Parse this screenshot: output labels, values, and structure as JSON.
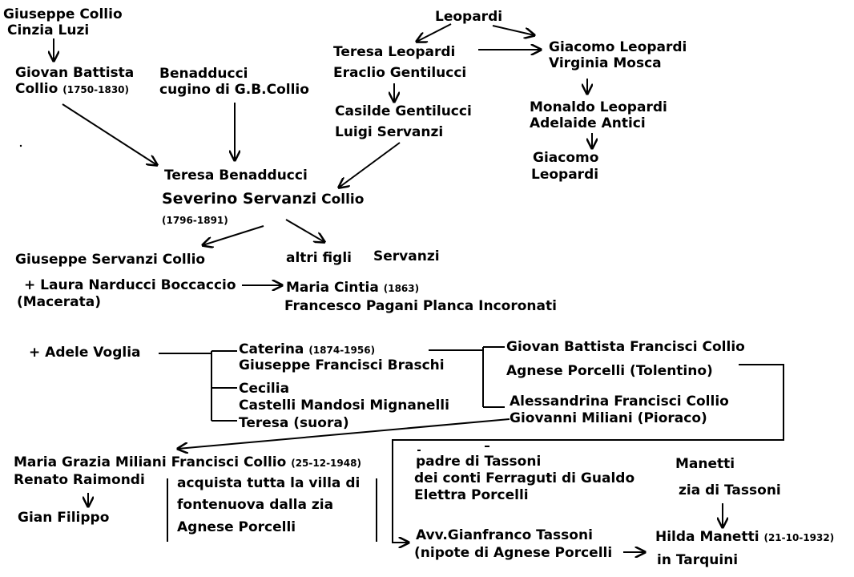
{
  "nodes": {
    "giuseppe_collio_1": "Giuseppe Collio",
    "cinzia_luzi": "Cinzia Luzi",
    "giovan_battista_1": "Giovan Battista",
    "collio": "Collio",
    "collio_years": "(1750-1830)",
    "benadducci_1": "Benadducci",
    "cugino": "cugino di G.B.Collio",
    "leopardi": "Leopardi",
    "teresa_leopardi": "Teresa Leopardi",
    "eraclio": "Eraclio Gentilucci",
    "casilde": "Casilde Gentilucci",
    "luigi_servanzi": "Luigi Servanzi",
    "giacomo_leopardi_1": "Giacomo Leopardi",
    "virginia_mosca": "Virginia Mosca",
    "monaldo": "Monaldo Leopardi",
    "adelaide": "Adelaide Antici",
    "giacomo_2a": "Giacomo",
    "giacomo_2b": "Leopardi",
    "teresa_benadducci": "Teresa Benadducci",
    "severino": "Severino Servanzi",
    "severino_collio": "Collio",
    "severino_years": "(1796-1891)",
    "giuseppe_servanzi": "Giuseppe Servanzi Collio",
    "altri_figli": "altri figli",
    "servanzi": "Servanzi",
    "laura": "+ Laura Narducci Boccaccio",
    "macerata": "(Macerata)",
    "maria_cintia": "Maria Cintia",
    "maria_cintia_year": "(1863)",
    "francesco_pagani": "Francesco Pagani Planca Incoronati",
    "adele": "+ Adele Voglia",
    "caterina": "Caterina",
    "caterina_years": "(1874-1956)",
    "giuseppe_braschi": "Giuseppe Francisci Braschi",
    "cecilia": "Cecilia",
    "castelli": "Castelli  Mandosi  Mignanelli",
    "teresa_suora": "Teresa (suora)",
    "gb_francisci": "Giovan Battista Francisci Collio",
    "agnese_porcelli_1": "Agnese  Porcelli (Tolentino)",
    "alessandrina": "Alessandrina Francisci Collio",
    "giovanni_miliani": "Giovanni Miliani (Pioraco)",
    "maria_grazia": "Maria Grazia Miliani Francisci Collio",
    "maria_grazia_date": "(25-12-1948)",
    "renato": "Renato Raimondi",
    "gian_filippo": "Gian Filippo",
    "acquista_1": "acquista tutta la villa  di",
    "acquista_2": "fontenuova  dalla zia",
    "acquista_3": "Agnese Porcelli",
    "padre_1": "padre di Tassoni",
    "padre_2": "dei conti Ferraguti di  Gualdo",
    "padre_3": "Elettra Porcelli",
    "manetti": "Manetti",
    "zia_tassoni": "zia  di Tassoni",
    "avv_tassoni": "Avv.Gianfranco Tassoni",
    "nipote": "(nipote di  Agnese Porcelli",
    "hilda": "Hilda  Manetti",
    "hilda_date": "(21-10-1932)",
    "tarquini": "in Tarquini"
  }
}
